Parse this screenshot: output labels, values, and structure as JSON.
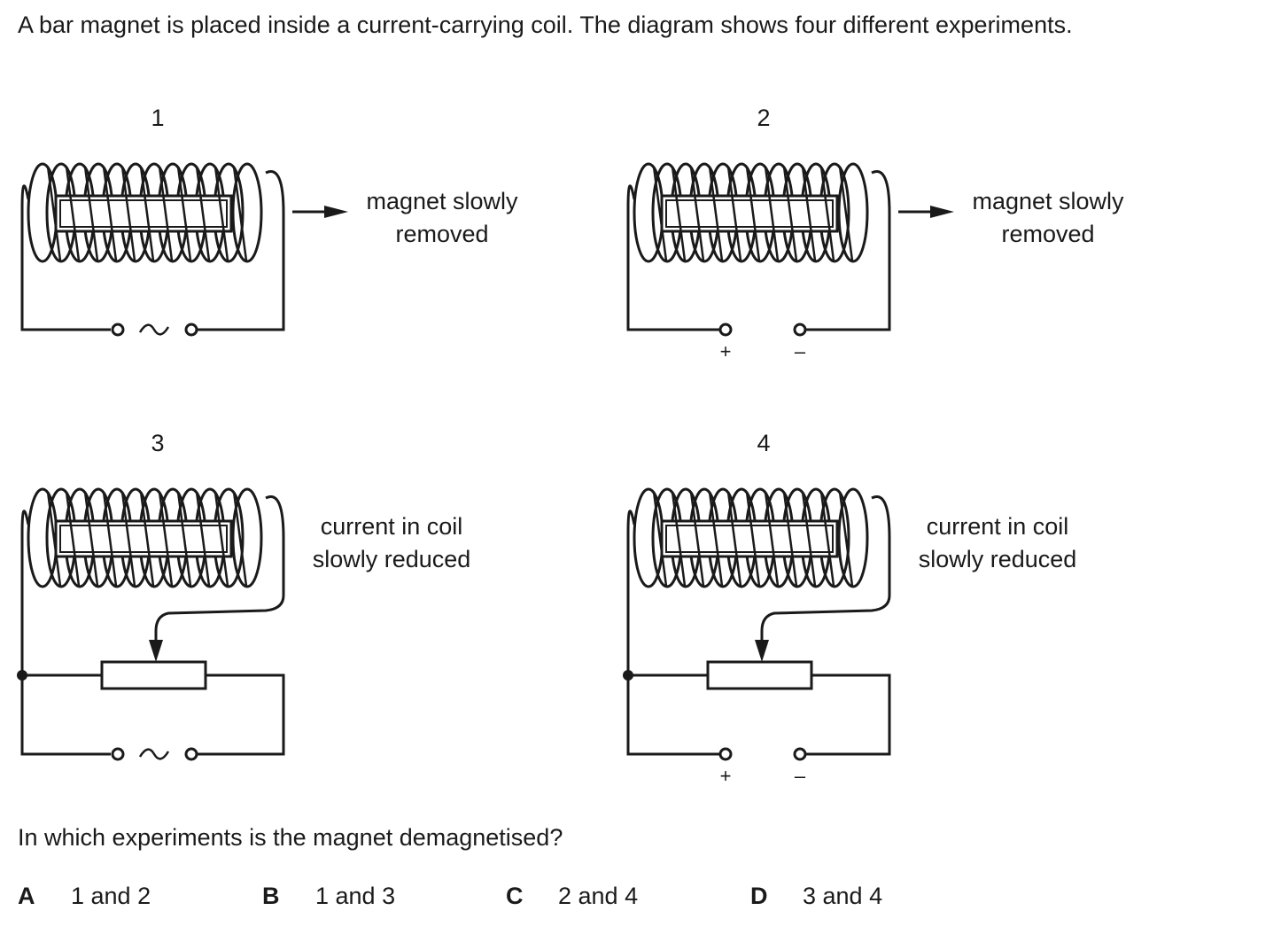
{
  "intro": "A bar magnet is placed inside a current-carrying coil. The diagram shows four different experiments.",
  "experiments": [
    {
      "number": "1",
      "caption": [
        "magnet slowly",
        "removed"
      ],
      "supply": "ac",
      "has_arrow": true,
      "has_rheostat": false
    },
    {
      "number": "2",
      "caption": [
        "magnet slowly",
        "removed"
      ],
      "supply": "dc",
      "has_arrow": true,
      "has_rheostat": false
    },
    {
      "number": "3",
      "caption": [
        "current in coil",
        "slowly reduced"
      ],
      "supply": "ac",
      "has_arrow": false,
      "has_rheostat": true
    },
    {
      "number": "4",
      "caption": [
        "current in coil",
        "slowly reduced"
      ],
      "supply": "dc",
      "has_arrow": false,
      "has_rheostat": true
    }
  ],
  "supply_labels": {
    "ac_symbol": "~",
    "plus": "+",
    "minus": "–"
  },
  "question": "In which experiments is the magnet demagnetised?",
  "options": [
    {
      "letter": "A",
      "text": "1 and 2"
    },
    {
      "letter": "B",
      "text": "1 and 3"
    },
    {
      "letter": "C",
      "text": "2 and 4"
    },
    {
      "letter": "D",
      "text": "3 and 4"
    }
  ]
}
